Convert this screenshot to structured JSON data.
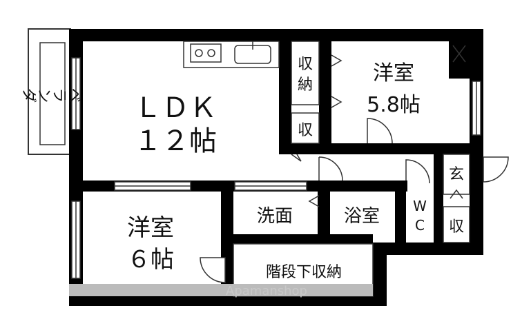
{
  "rooms": {
    "ldk_name": "ＬＤＫ",
    "ldk_size": "１２帖",
    "western1_name": "洋室",
    "western1_size": "5.8帖",
    "western2_name": "洋室",
    "western2_size": "６帖",
    "storage_top_1": "収",
    "storage_top_2": "納",
    "storage_small": "収",
    "storage_right": "収",
    "wash": "洗面",
    "bath": "浴室",
    "wc_1": "W",
    "wc_2": "C",
    "entrance": "玄",
    "stair_storage": "階段下収納",
    "veranda": "ベランダ"
  },
  "watermark": "Apamanshop",
  "colors": {
    "wall": "#000000",
    "outline": "#333333",
    "background": "#ffffff",
    "veranda_gray": "#bbbbbb"
  }
}
